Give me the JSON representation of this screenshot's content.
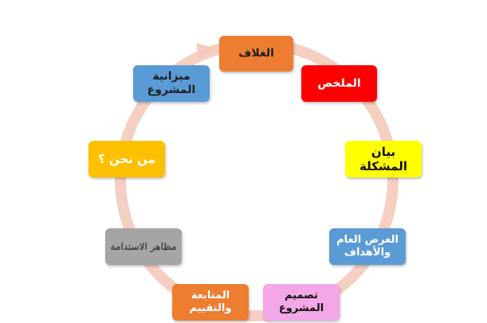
{
  "diagram": {
    "ring_color": "#f4c7b8",
    "nodes": [
      {
        "id": "cover",
        "label": "الغلاف",
        "color": "#ed7d31"
      },
      {
        "id": "summary",
        "label": "الملخص",
        "color": "#ff0000"
      },
      {
        "id": "problem",
        "label": "بيان المشكلة",
        "color": "#ffff00"
      },
      {
        "id": "goals",
        "label": "الغرض العام\nوالأهداف",
        "color": "#5b9bd5"
      },
      {
        "id": "design",
        "label": "تصميم المشروع",
        "color": "#f4a7e6"
      },
      {
        "id": "monitor",
        "label": "المتابعة والتقييم",
        "color": "#ed7d31"
      },
      {
        "id": "sustain",
        "label": "مظاهر الاستدامة",
        "color": "#a5a5a5"
      },
      {
        "id": "whoarewe",
        "label": "من نحن ؟",
        "color": "#ffc000"
      },
      {
        "id": "budget",
        "label": "ميزانية\nالمشروع",
        "color": "#5b9bd5"
      }
    ]
  }
}
